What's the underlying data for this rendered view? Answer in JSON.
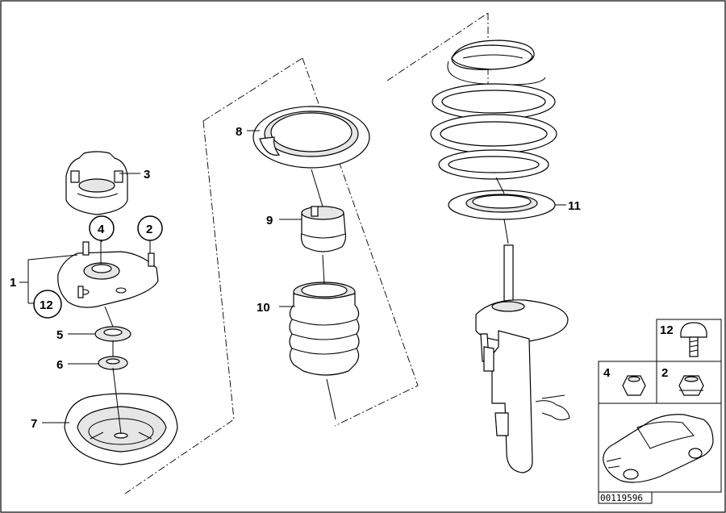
{
  "callouts": {
    "c1": "1",
    "c2": "2",
    "c3": "3",
    "c4": "4",
    "c5": "5",
    "c6": "6",
    "c7": "7",
    "c8": "8",
    "c9": "9",
    "c10": "10",
    "c11": "11",
    "c12": "12"
  },
  "legend": {
    "box12": "12",
    "box4": "4",
    "box2": "2"
  },
  "reference_number": "00119596"
}
